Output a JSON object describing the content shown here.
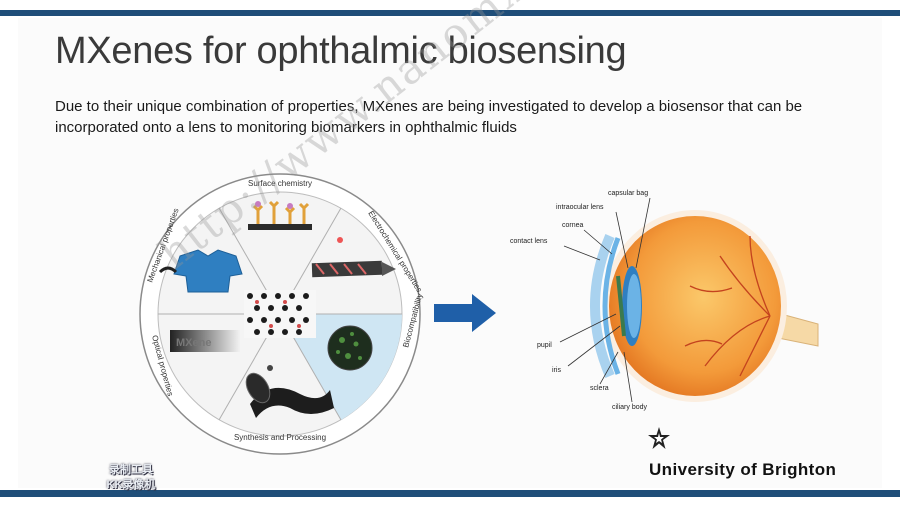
{
  "slide": {
    "title": "MXenes for ophthalmic biosensing",
    "body": "Due to their unique combination of properties, MXenes are being investigated to develop a biosensor that can be incorporated onto a lens to monitoring biomarkers in ophthalmic fluids"
  },
  "wheel": {
    "segments": [
      "Surface chemistry",
      "Electrochemical properties",
      "Biocompatibility",
      "Synthesis and Processing",
      "Optical properties",
      "Mechanical properties"
    ],
    "mxene_label": "MXene"
  },
  "eye": {
    "labels": {
      "capsular_bag": "capsular bag",
      "intraocular_lens": "intraocular lens",
      "cornea": "cornea",
      "contact_lens": "contact lens",
      "pupil": "pupil",
      "iris": "iris",
      "sclera": "sclera",
      "ciliary_body": "ciliary body"
    }
  },
  "branding": {
    "university": "University of Brighton"
  },
  "watermark": {
    "text": "http://www.nanomxenes.com"
  },
  "recorder": {
    "line1": "录制工具",
    "line2": "KK录像机"
  },
  "colors": {
    "bar": "#1f4e79",
    "arrow": "#1f5fa8",
    "eye_orange": "#f39a3a",
    "lens_blue": "#5aa7e0"
  }
}
